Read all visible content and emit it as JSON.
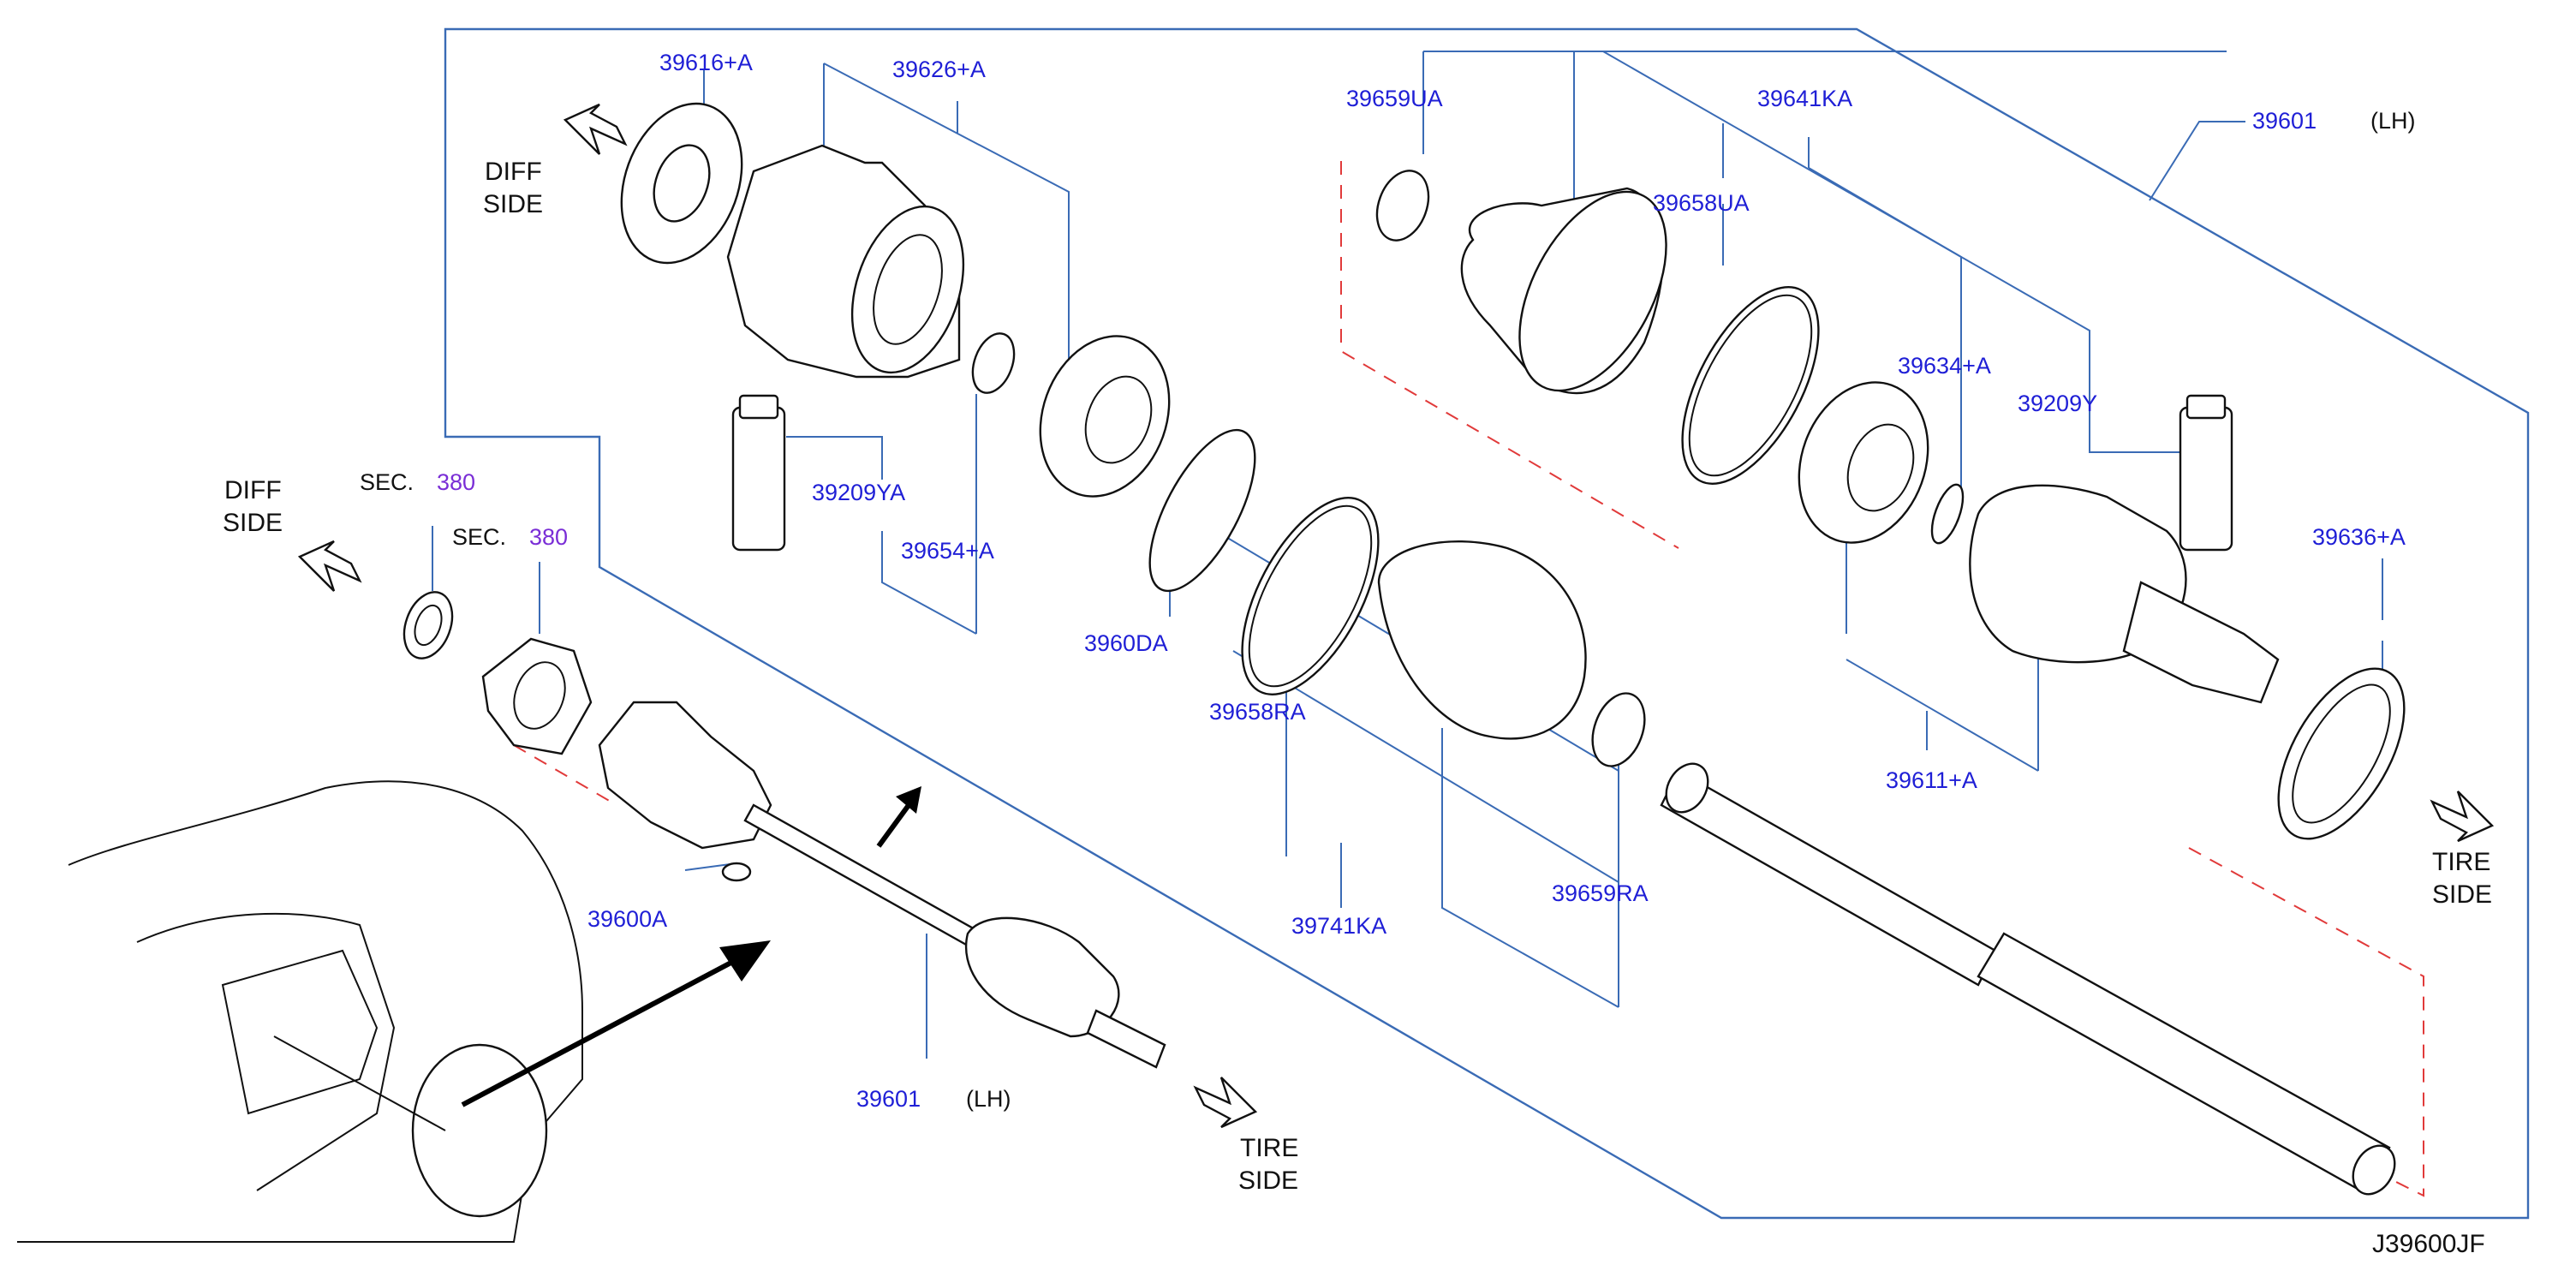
{
  "figure": {
    "reference_code": "J39600JF",
    "side_labels": {
      "diff_top": [
        "DIFF",
        "SIDE"
      ],
      "diff_left": [
        "DIFF",
        "SIDE"
      ],
      "tire_right": [
        "TIRE",
        "SIDE"
      ],
      "tire_bottom": [
        "TIRE",
        "SIDE"
      ]
    },
    "sections": [
      {
        "prefix": "SEC.",
        "number": "380"
      },
      {
        "prefix": "SEC.",
        "number": "380"
      }
    ],
    "parts": {
      "p39616A": "39616+A",
      "p39626A": "39626+A",
      "p39659UA": "39659UA",
      "p39641KA": "39641KA",
      "p39601_top": "39601",
      "lh_top": "(LH)",
      "p39658UA": "39658UA",
      "p39634A": "39634+A",
      "p39209Y": "39209Y",
      "p39209YA": "39209YA",
      "p39654A": "39654+A",
      "p3960DA_partial": "3960⁠DA",
      "p39658RA": "39658RA",
      "p39636A": "39636+A",
      "p39611A": "39611+A",
      "p39659RA": "39659RA",
      "p39741KA": "39741KA",
      "p39600A": "39600A",
      "p39601_bottom": "39601",
      "lh_bottom": "(LH)"
    }
  }
}
